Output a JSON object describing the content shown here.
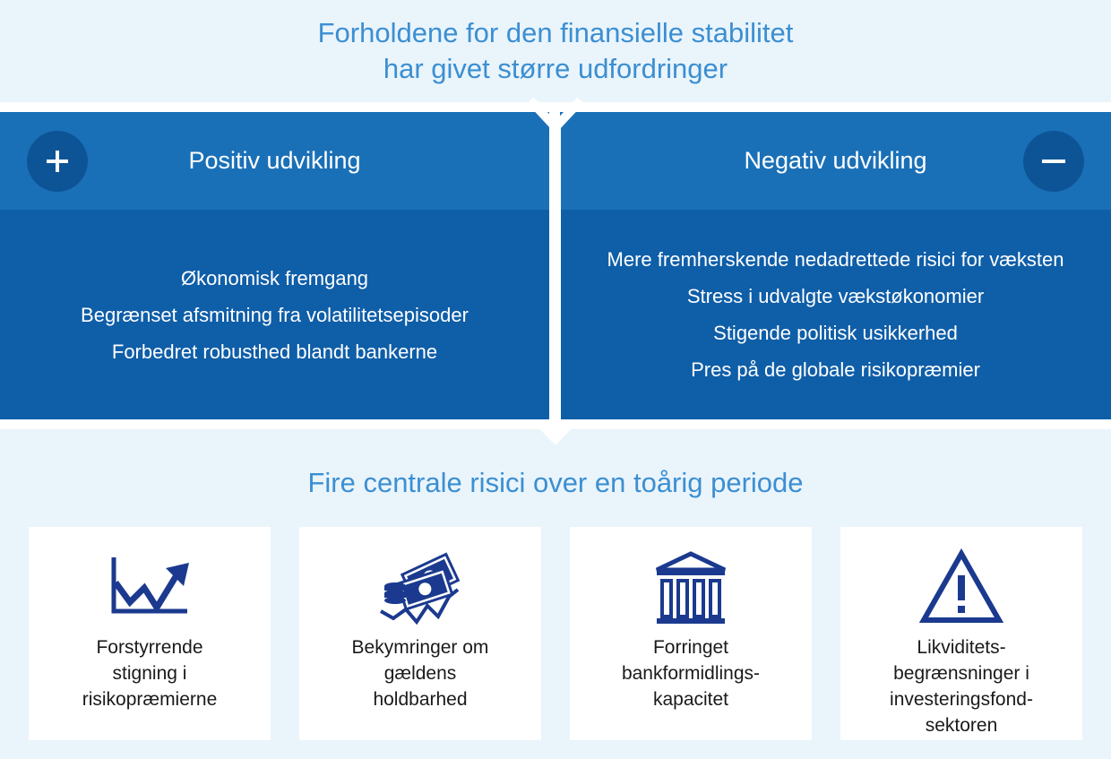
{
  "header": {
    "title_line1": "Forholdene for den finansielle stabilitet",
    "title_line2": "har givet større udfordringer"
  },
  "positive": {
    "title": "Positiv udvikling",
    "sign_icon": "plus-icon",
    "items": [
      "Økonomisk fremgang",
      "Begrænset afsmitning fra volatilitetsepisoder",
      "Forbedret robusthed blandt bankerne"
    ]
  },
  "negative": {
    "title": "Negativ udvikling",
    "sign_icon": "minus-icon",
    "items": [
      "Mere fremherskende nedadrettede risici for væksten",
      "Stress i udvalgte vækstøkonomier",
      "Stigende politisk usikkerhed",
      "Pres på de globale risikopræmier"
    ]
  },
  "risks": {
    "title": "Fire centrale risici over en toårig periode",
    "cards": [
      {
        "icon": "rising-chart-icon",
        "lines": [
          "Forstyrrende",
          "stigning i",
          "risikopræmierne"
        ]
      },
      {
        "icon": "money-debt-icon",
        "lines": [
          "Bekymringer om",
          "gældens",
          "holdbarhed"
        ]
      },
      {
        "icon": "bank-building-icon",
        "lines": [
          "Forringet",
          "bankformidlings-",
          "kapacitet"
        ]
      },
      {
        "icon": "warning-triangle-icon",
        "lines": [
          "Likviditets-",
          "begrænsninger i",
          "investeringsfond-",
          "sektoren"
        ]
      }
    ]
  },
  "colors": {
    "accent_text": "#3b8fd2",
    "header_blue": "#1a70b7",
    "body_blue": "#0f5ea8",
    "icon_navy": "#1b3a8f",
    "light_bg": "#eaf4fb"
  }
}
